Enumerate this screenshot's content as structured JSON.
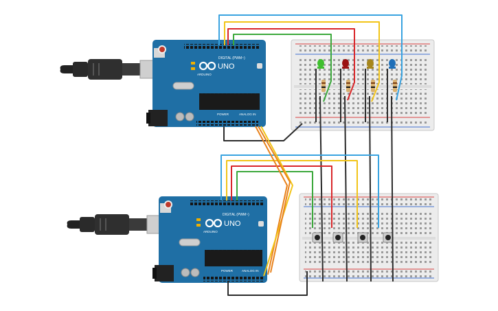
{
  "boards": [
    {
      "brand": "ARDUINO",
      "model": "UNO",
      "digital_header": "DIGITAL (PWM~)",
      "analog_header": "ANALOG IN",
      "power_header": "POWER"
    },
    {
      "brand": "ARDUINO",
      "model": "UNO",
      "digital_header": "DIGITAL (PWM~)",
      "analog_header": "ANALOG IN",
      "power_header": "POWER"
    }
  ],
  "led_colors": [
    "#3fbf2f",
    "#9b1212",
    "#a6861c",
    "#1f6fb8"
  ],
  "wire_colors": {
    "blue": "#39a3e0",
    "yellow": "#f2c417",
    "red": "#d9262a",
    "green": "#3ba83b",
    "black": "#2b2b2b",
    "orange": "#e8821c",
    "board": "#1f6fa5"
  }
}
